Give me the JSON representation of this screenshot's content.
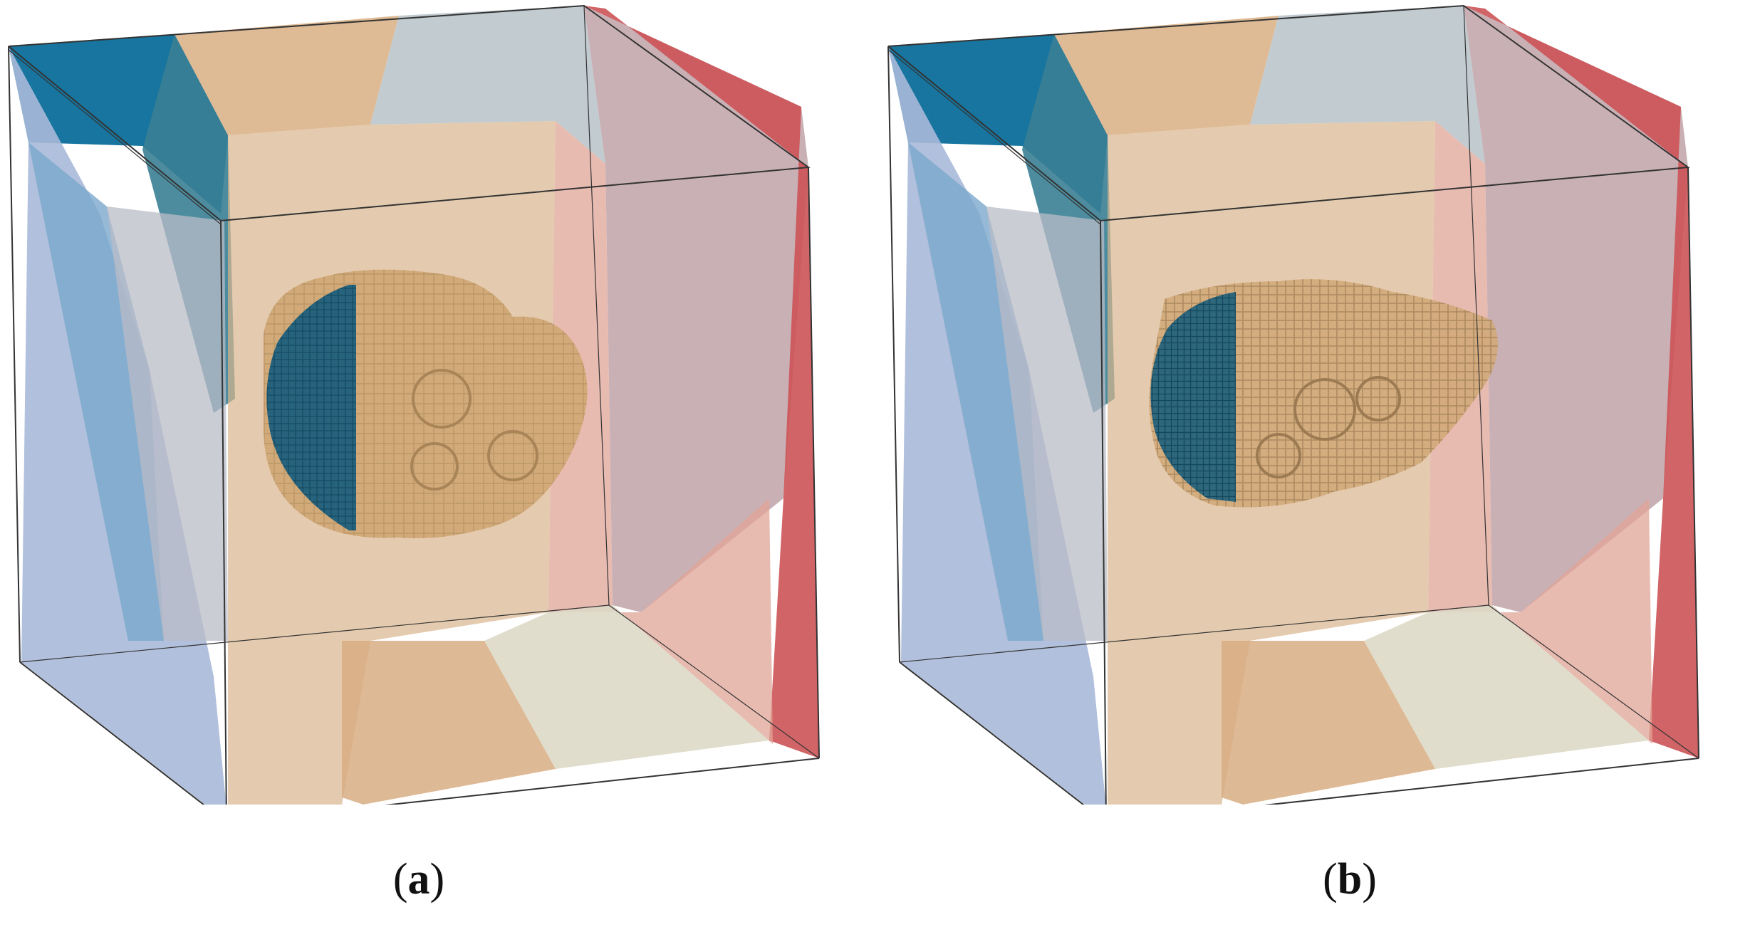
{
  "figure": {
    "panels": [
      {
        "id": "a",
        "caption_open": "(",
        "caption_letter": "a",
        "caption_close": ")",
        "inclusion_style": "smooth"
      },
      {
        "id": "b",
        "caption_open": "(",
        "caption_letter": "b",
        "caption_close": ")",
        "inclusion_style": "rough"
      }
    ],
    "colors": {
      "grain_dark_blue": "#0b6e9a",
      "grain_teal": "#3a7f93",
      "grain_light_blue": "#a9b9d8",
      "grain_mid_blue": "#7aa7cc",
      "grain_tan": "#d8b48c",
      "grain_light_tan": "#ddd9c6",
      "grain_gray": "#b7bdc4",
      "grain_mauve": "#bda2a8",
      "grain_salmon": "#e0a497",
      "grain_red": "#cc5356",
      "inclusion_tan": "#d2aa7a",
      "inclusion_dark": "#1d5f7c",
      "edge": "#333333"
    }
  }
}
